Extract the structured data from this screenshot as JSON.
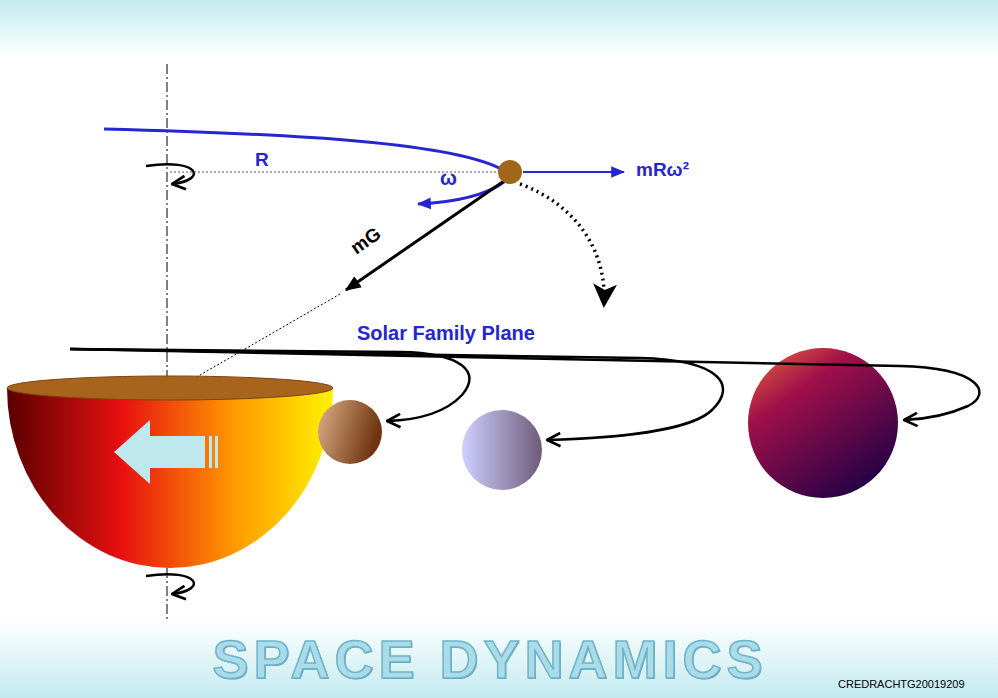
{
  "diagram": {
    "title": "SPACE DYNAMICS",
    "labels": [
      "R",
      "ω",
      "mRω²",
      "mG",
      "Solar Family Plane",
      "CREDRACHTG20019209"
    ]
  }
}
